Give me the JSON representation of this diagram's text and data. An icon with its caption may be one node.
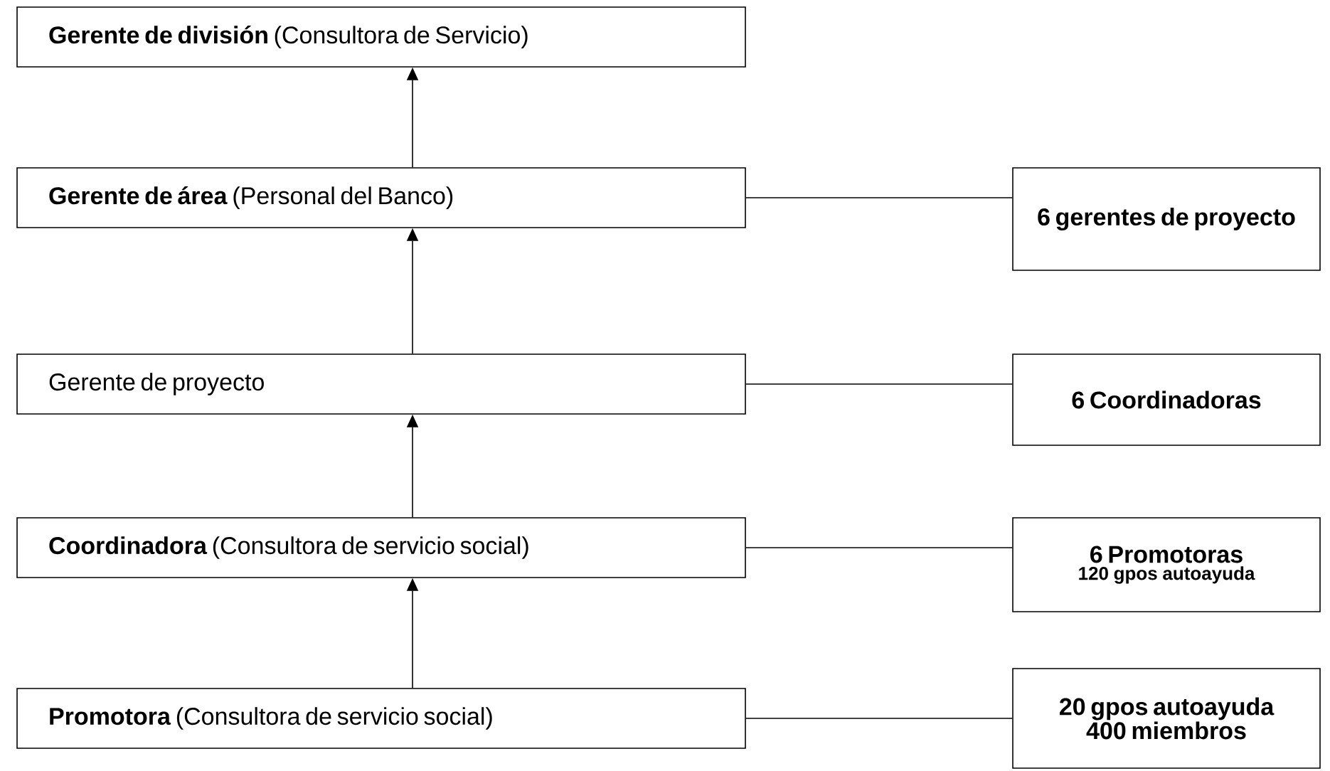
{
  "diagram": {
    "nodes": [
      {
        "text": [
          "**Gerente de división** (Consultora de Servicio)"
        ]
      },
      {
        "text": [
          "**Gerente de área** (Personal del Banco)"
        ]
      },
      {
        "text": [
          "Gerente de proyecto"
        ]
      },
      {
        "text": [
          "**Coordinadora** (Consultora de servicio social)"
        ]
      },
      {
        "text": [
          "**Promotora** (Consultora de servicio social)"
        ]
      },
      {
        "text": [
          "6 gerentes de proyecto"
        ]
      },
      {
        "text": [
          "6 Coordinadoras"
        ]
      },
      {
        "text": [
          "6 Promotoras",
          "120 gpos autoayuda"
        ]
      },
      {
        "text": [
          "20 gpos autoayuda 400 miembros"
        ]
      }
    ],
    "edges": [
      {
        "from": 1,
        "to": 0,
        "arrow": "to"
      },
      {
        "from": 2,
        "to": 1,
        "arrow": "to"
      },
      {
        "from": 3,
        "to": 2,
        "arrow": "to"
      },
      {
        "from": 4,
        "to": 3,
        "arrow": "to"
      },
      {
        "from": 1,
        "to": 5,
        "arrow": "none"
      },
      {
        "from": 2,
        "to": 6,
        "arrow": "none"
      },
      {
        "from": 3,
        "to": 7,
        "arrow": "none"
      },
      {
        "from": 4,
        "to": 8,
        "arrow": "none"
      }
    ]
  }
}
